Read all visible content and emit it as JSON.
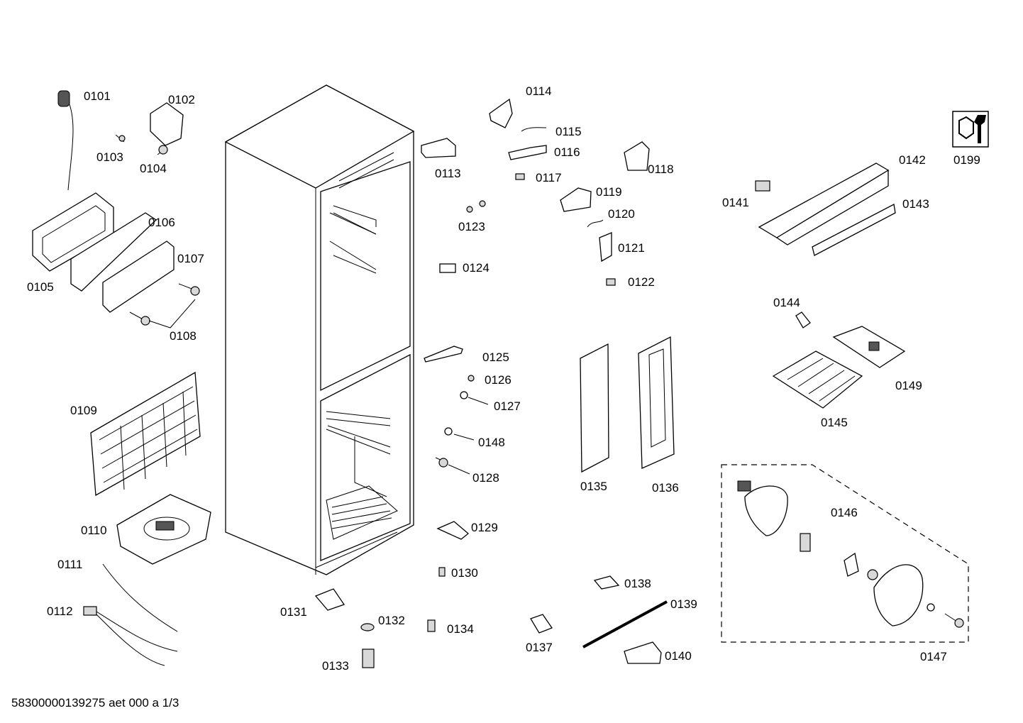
{
  "labels": {
    "p0101": "0101",
    "p0102": "0102",
    "p0103": "0103",
    "p0104": "0104",
    "p0105": "0105",
    "p0106": "0106",
    "p0107": "0107",
    "p0108": "0108",
    "p0109": "0109",
    "p0110": "0110",
    "p0111": "0111",
    "p0112": "0112",
    "p0113": "0113",
    "p0114": "0114",
    "p0115": "0115",
    "p0116": "0116",
    "p0117": "0117",
    "p0118": "0118",
    "p0119": "0119",
    "p0120": "0120",
    "p0121": "0121",
    "p0122": "0122",
    "p0123": "0123",
    "p0124": "0124",
    "p0125": "0125",
    "p0126": "0126",
    "p0127": "0127",
    "p0128": "0128",
    "p0129": "0129",
    "p0130": "0130",
    "p0131": "0131",
    "p0132": "0132",
    "p0133": "0133",
    "p0134": "0134",
    "p0135": "0135",
    "p0136": "0136",
    "p0137": "0137",
    "p0138": "0138",
    "p0139": "0139",
    "p0140": "0140",
    "p0141": "0141",
    "p0142": "0142",
    "p0143": "0143",
    "p0144": "0144",
    "p0145": "0145",
    "p0146": "0146",
    "p0147": "0147",
    "p0148": "0148",
    "p0149": "0149",
    "p0199": "0199"
  },
  "footer": "58300000139275 aet 000 a 1/3",
  "icons": [
    "tool-wrench-icon"
  ]
}
